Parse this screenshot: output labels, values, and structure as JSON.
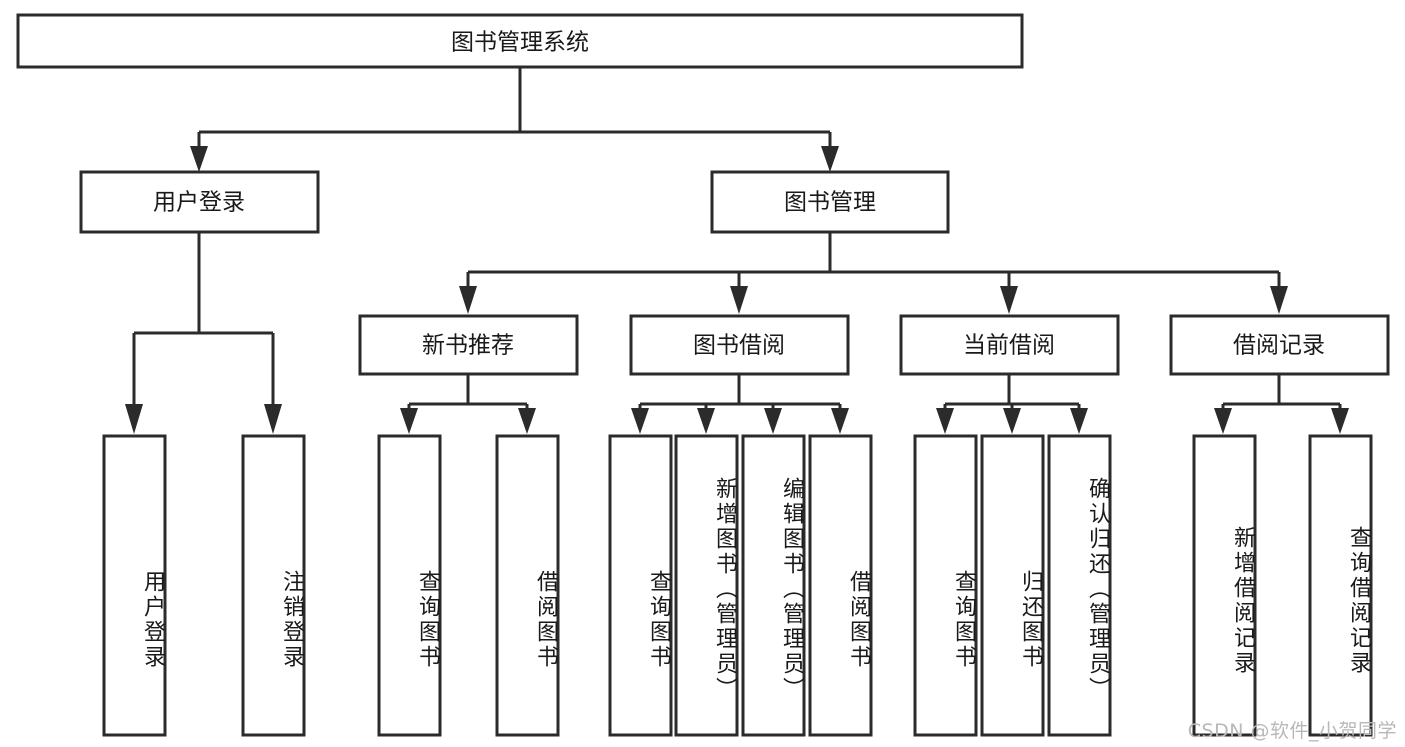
{
  "diagram": {
    "title": "图书管理系统",
    "type": "tree",
    "watermark": "CSDN @软件_小贺同学",
    "colors": {
      "box_stroke": "#2b2b2b",
      "box_fill": "#ffffff",
      "text": "#1a1a1a",
      "watermark": "#b8b8b8",
      "background": "#ffffff"
    },
    "root": {
      "label": "图书管理系统"
    },
    "level2": [
      {
        "label": "用户登录"
      },
      {
        "label": "图书管理"
      }
    ],
    "level3": [
      {
        "label": "新书推荐"
      },
      {
        "label": "图书借阅"
      },
      {
        "label": "当前借阅"
      },
      {
        "label": "借阅记录"
      }
    ],
    "leaves": {
      "user_login": [
        {
          "label": "用户登录"
        },
        {
          "label": "注销登录"
        }
      ],
      "new_book": [
        {
          "label": "查询图书"
        },
        {
          "label": "借阅图书"
        }
      ],
      "borrow_book": [
        {
          "label": "查询图书"
        },
        {
          "label": "新增图书（管理员）"
        },
        {
          "label": "编辑图书（管理员）"
        },
        {
          "label": "借阅图书"
        }
      ],
      "current_borrow": [
        {
          "label": "查询图书"
        },
        {
          "label": "归还图书"
        },
        {
          "label": "确认归还（管理员）"
        }
      ],
      "borrow_record": [
        {
          "label": "新增借阅记录"
        },
        {
          "label": "查询借阅记录"
        }
      ]
    }
  }
}
